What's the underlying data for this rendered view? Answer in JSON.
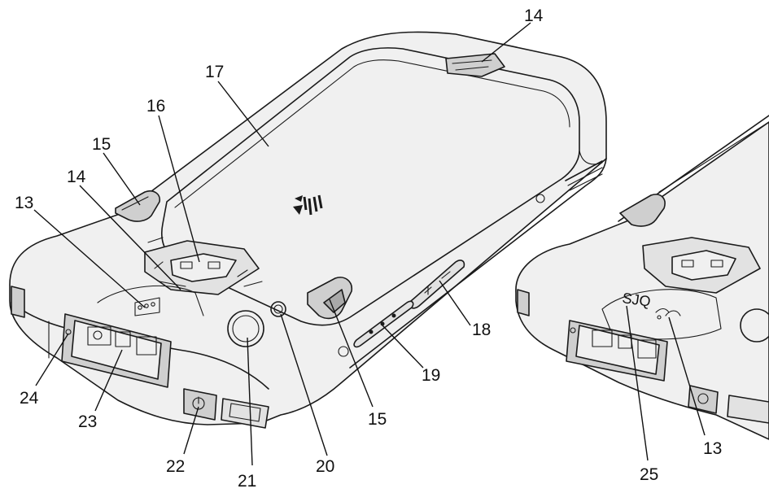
{
  "callouts": {
    "c13a": "13",
    "c13b": "13",
    "c14a": "14",
    "c14b": "14",
    "c15a": "15",
    "c15b": "15",
    "c16": "16",
    "c17": "17",
    "c18": "18",
    "c19": "19",
    "c20": "20",
    "c21": "21",
    "c22": "22",
    "c23": "23",
    "c24": "24",
    "c25": "25"
  },
  "colors": {
    "line": "#1a1a1a",
    "shade_light": "#f0f0f0",
    "shade_mid": "#e2e2e2",
    "shade_dark": "#a9a9a9",
    "background": "#ffffff"
  }
}
